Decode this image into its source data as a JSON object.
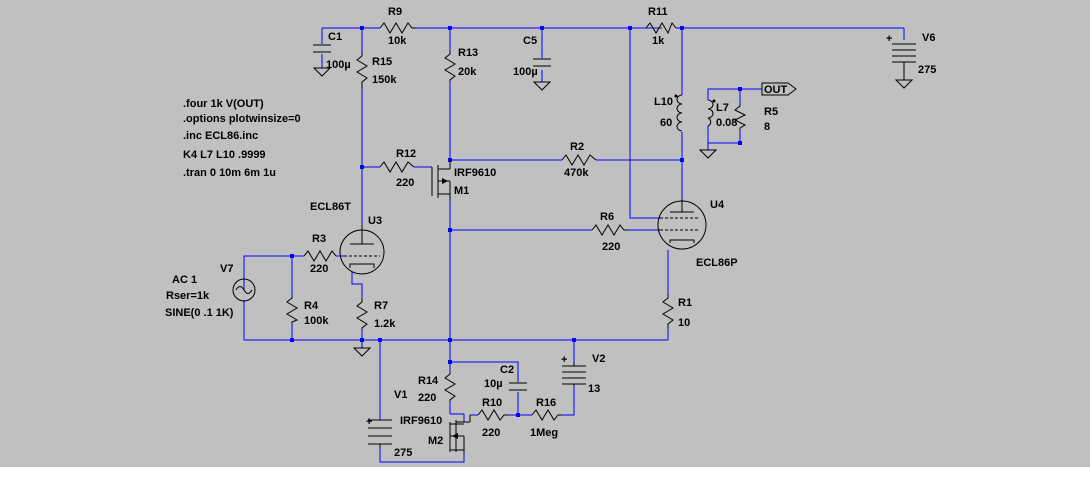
{
  "background": "#c0c0c0",
  "wire_color": "#0000ff",
  "component_color": "#000000",
  "directives": [
    ".four 1k V(OUT)",
    ".options plotwinsize=0",
    ".inc ECL86.inc",
    "K4 L7 L10 .9999",
    ".tran 0 10m 6m 1u"
  ],
  "net_label": "OUT",
  "components": {
    "R9": {
      "name": "R9",
      "value": "10k"
    },
    "C1": {
      "name": "C1",
      "value": "100µ"
    },
    "R15": {
      "name": "R15",
      "value": "150k"
    },
    "R13": {
      "name": "R13",
      "value": "20k"
    },
    "C5": {
      "name": "C5",
      "value": "100µ"
    },
    "R11": {
      "name": "R11",
      "value": "1k"
    },
    "V6": {
      "name": "V6",
      "value": "275"
    },
    "L10": {
      "name": "L10",
      "value": "60"
    },
    "L7": {
      "name": "L7",
      "value": "0.08"
    },
    "R5": {
      "name": "R5",
      "value": "8"
    },
    "R12": {
      "name": "R12",
      "value": "220"
    },
    "M1": {
      "name": "M1",
      "value": "IRF9610"
    },
    "R2": {
      "name": "R2",
      "value": "470k"
    },
    "U3": {
      "name": "U3",
      "value": "ECL86T"
    },
    "U4": {
      "name": "U4",
      "value": "ECL86P"
    },
    "R6": {
      "name": "R6",
      "value": "220"
    },
    "R3": {
      "name": "R3",
      "value": "220"
    },
    "V7": {
      "name": "V7",
      "value": "AC 1",
      "value2": "Rser=1k",
      "value3": "SINE(0 .1 1K)"
    },
    "R4": {
      "name": "R4",
      "value": "100k"
    },
    "R7": {
      "name": "R7",
      "value": "1.2k"
    },
    "R1": {
      "name": "R1",
      "value": "10"
    },
    "V2": {
      "name": "V2",
      "value": "13"
    },
    "C2": {
      "name": "C2",
      "value": "10µ"
    },
    "R14": {
      "name": "R14",
      "value": "220"
    },
    "V1": {
      "name": "V1",
      "value": "275"
    },
    "R10": {
      "name": "R10",
      "value": "220"
    },
    "R16": {
      "name": "R16",
      "value": "1Meg"
    },
    "M2": {
      "name": "M2",
      "value": "IRF9610"
    }
  }
}
